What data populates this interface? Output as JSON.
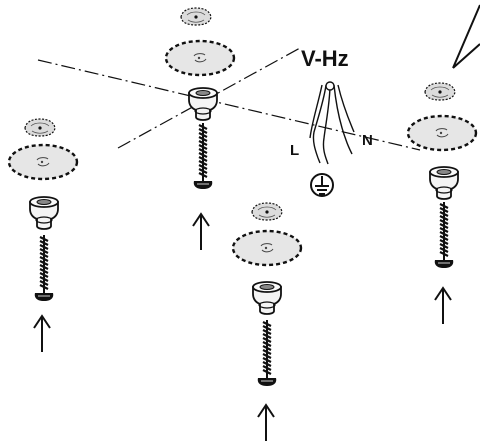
{
  "labels": {
    "supply": "V-Hz",
    "line": "L",
    "neutral": "N"
  },
  "icons": {
    "ground": "ground-symbol-icon",
    "arrow": "up-arrow-icon"
  },
  "colors": {
    "ink": "#111111",
    "disk_fill": "#e6e6e6",
    "cap_fill": "#dcdcdc",
    "background": "#ffffff"
  }
}
